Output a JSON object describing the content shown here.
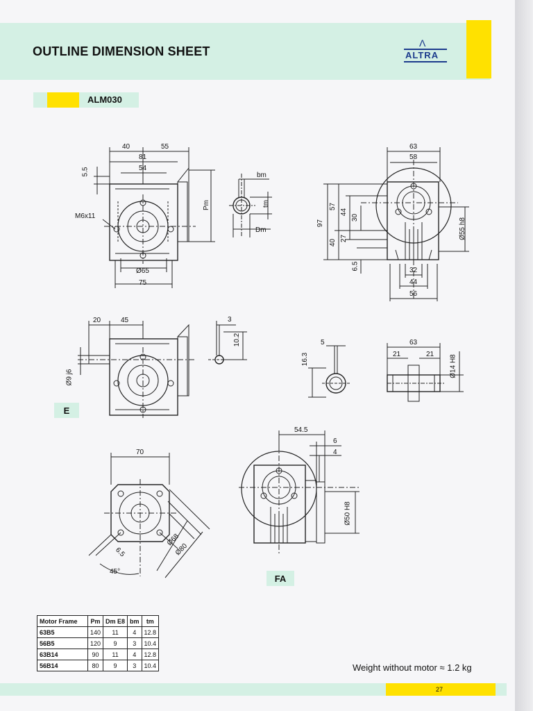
{
  "header": {
    "title": "OUTLINE DIMENSION SHEET",
    "brand": "ALTRA"
  },
  "model": "ALM030",
  "views": {
    "e_label": "E",
    "fa_label": "FA",
    "side": {
      "d40": "40",
      "d55": "55",
      "d81": "81",
      "d54": "54",
      "d5_5": "5.5",
      "screw": "M6x11",
      "d65": "Ø65",
      "d75": "75",
      "pm": "Pm"
    },
    "bore": {
      "bm": "bm",
      "tm": "tm",
      "dm": "Dm"
    },
    "end": {
      "d63": "63",
      "d58": "58",
      "d97": "97",
      "d57": "57",
      "d44": "44",
      "d30": "30",
      "d27": "27",
      "d40": "40",
      "d6_5": "6.5",
      "d32": "32",
      "d44b": "44",
      "d56": "56",
      "d55h8": "Ø55 h8"
    },
    "shaft": {
      "d20": "20",
      "d45": "45",
      "d9j6": "Ø9 j6",
      "d3": "3",
      "d10_2": "10.2"
    },
    "hollow": {
      "d5": "5",
      "d16_3": "16.3"
    },
    "out_shaft": {
      "d63": "63",
      "d21a": "21",
      "d21b": "21",
      "d14h8": "Ø14 H8"
    },
    "flange": {
      "d70": "70",
      "d6_5": "6.5",
      "d45": "45°",
      "d68": "Ø68",
      "d80": "Ø80"
    },
    "fa": {
      "d54_5": "54.5",
      "d6": "6",
      "d4": "4",
      "d50h8": "Ø50 H8"
    }
  },
  "table": {
    "headers": [
      "Motor Frame",
      "Pm",
      "Dm E8",
      "bm",
      "tm"
    ],
    "rows": [
      [
        "63B5",
        "140",
        "11",
        "4",
        "12.8"
      ],
      [
        "56B5",
        "120",
        "9",
        "3",
        "10.4"
      ],
      [
        "63B14",
        "90",
        "11",
        "4",
        "12.8"
      ],
      [
        "56B14",
        "80",
        "9",
        "3",
        "10.4"
      ]
    ]
  },
  "weight": "Weight without motor ≈  1.2 kg",
  "page_number": "27",
  "colors": {
    "band": "#d4f0e4",
    "accent": "#ffe100",
    "brand": "#1b3a8c"
  }
}
